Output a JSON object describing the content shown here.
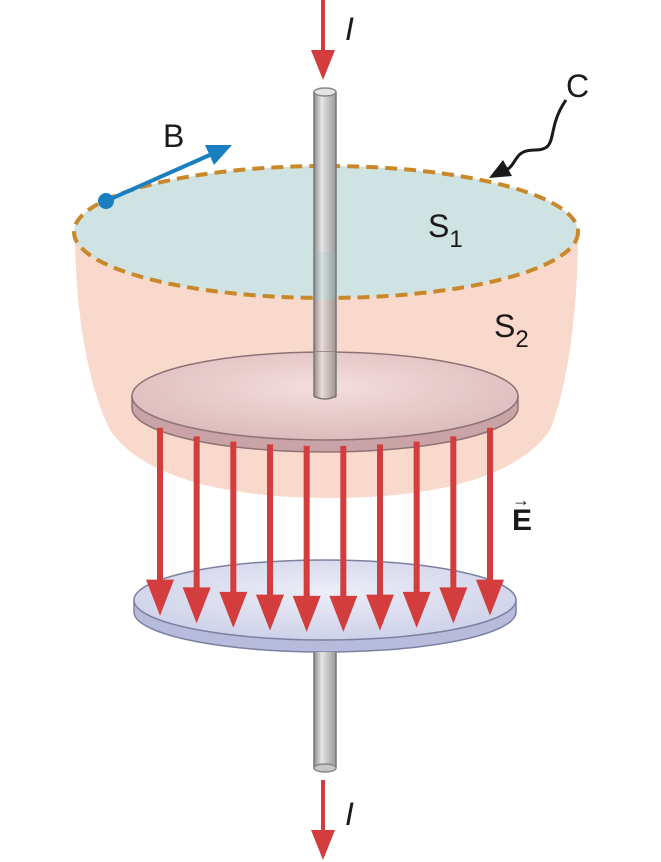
{
  "labels": {
    "current_top": "I",
    "current_bottom": "I",
    "curve": "C",
    "magnetic_field": "B",
    "surface1_base": "S",
    "surface1_sub": "1",
    "surface2_base": "S",
    "surface2_sub": "2",
    "electric_field": "E",
    "vector_arrow": "→"
  },
  "colors": {
    "surface1_fill": "#cfe3e3",
    "surface2_fill": "#f9d5c8",
    "curve_dash": "#c9892a",
    "field_arrow": "#d43d3d",
    "b_vector": "#1a7fc1",
    "top_plate": "#e8c9c8",
    "bottom_plate": "#d9dbef",
    "wire": "#c9c9c9"
  },
  "field_line_count": 10
}
